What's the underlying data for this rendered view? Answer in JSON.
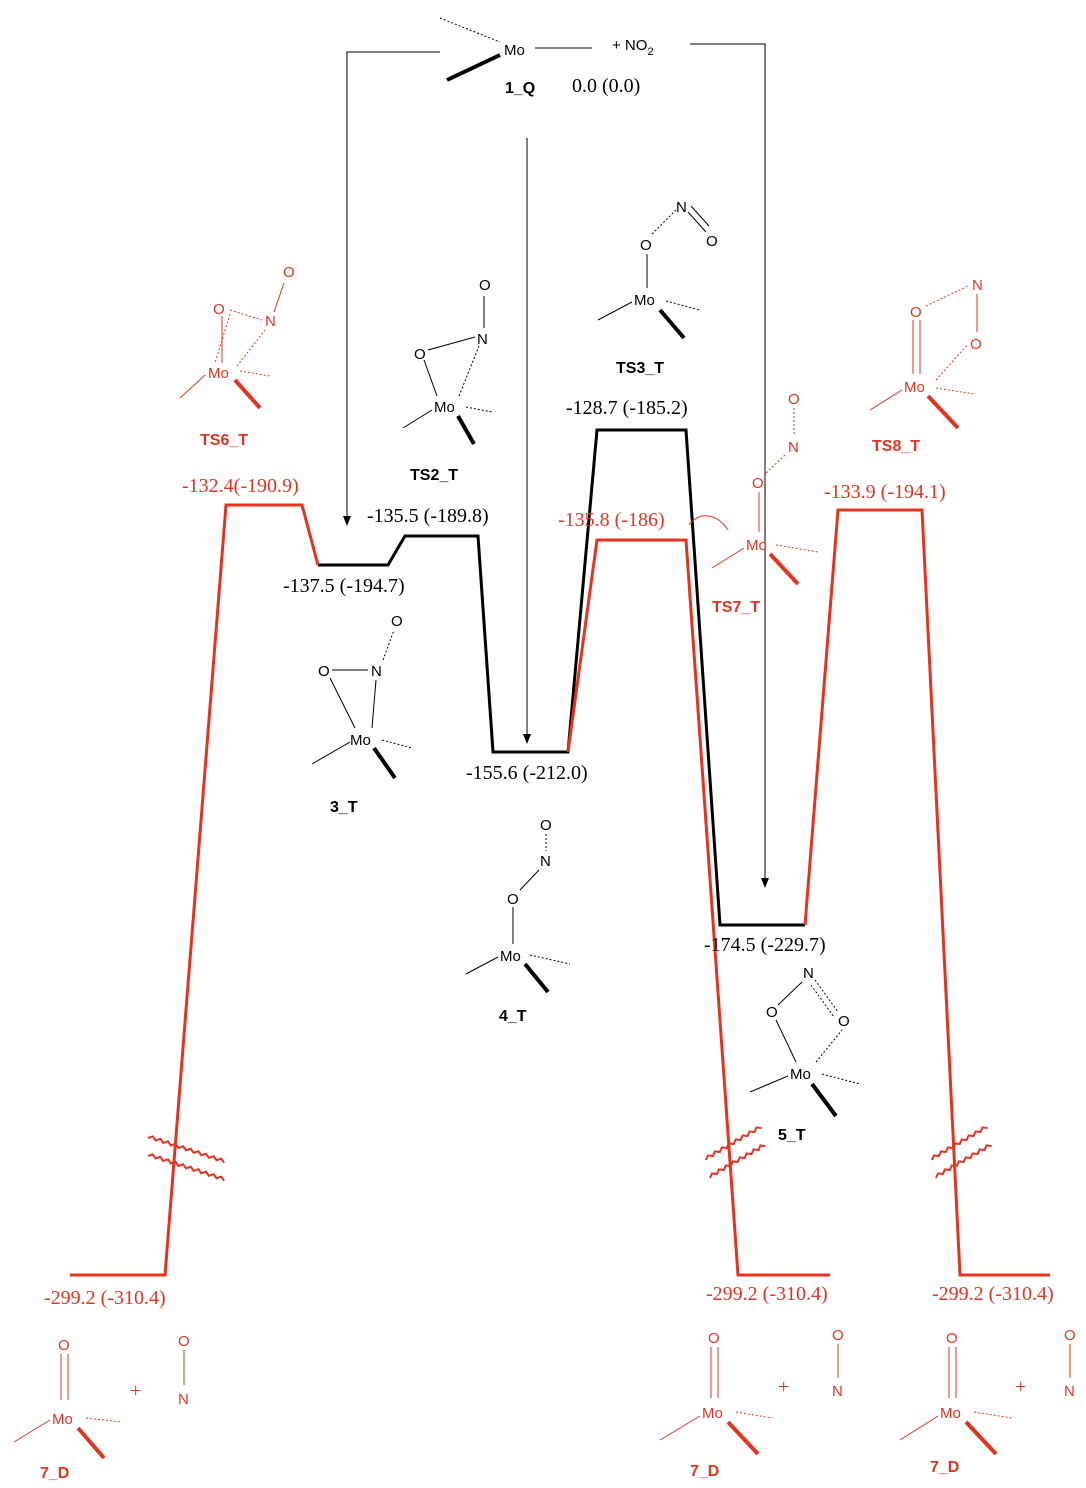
{
  "species": {
    "s1Q": {
      "name": "1_Q",
      "energy": "0.0 (0.0)",
      "reagent": "+ NO",
      "sub": "2"
    },
    "ts2": {
      "name": "TS2_T",
      "energy": "-135.5 (-189.8)"
    },
    "s3": {
      "name": "3_T",
      "energy": "-137.5 (-194.7)"
    },
    "s4": {
      "name": "4_T",
      "energy": "-155.6 (-212.0)"
    },
    "ts3": {
      "name": "TS3_T",
      "energy": "-128.7 (-185.2)"
    },
    "s5": {
      "name": "5_T",
      "energy": "-174.5 (-229.7)"
    },
    "ts6": {
      "name": "TS6_T",
      "energy": "-132.4(-190.9)"
    },
    "ts7": {
      "name": "TS7_T",
      "energy": "-135.8 (-186)"
    },
    "ts8": {
      "name": "TS8_T",
      "energy": "-133.9 (-194.1)"
    },
    "p7a": {
      "name": "7_D",
      "energy": "-299.2  (-310.4)"
    },
    "p7b": {
      "name": "7_D",
      "energy": "-299.2 (-310.4)"
    },
    "p7c": {
      "name": "7_D",
      "energy": "-299.2 (-310.4)"
    }
  },
  "atoms": {
    "mo": "Mo",
    "o": "O",
    "n": "N",
    "plus": "+"
  },
  "colors": {
    "black_path": "#000000",
    "red_path": "#e8321e"
  }
}
